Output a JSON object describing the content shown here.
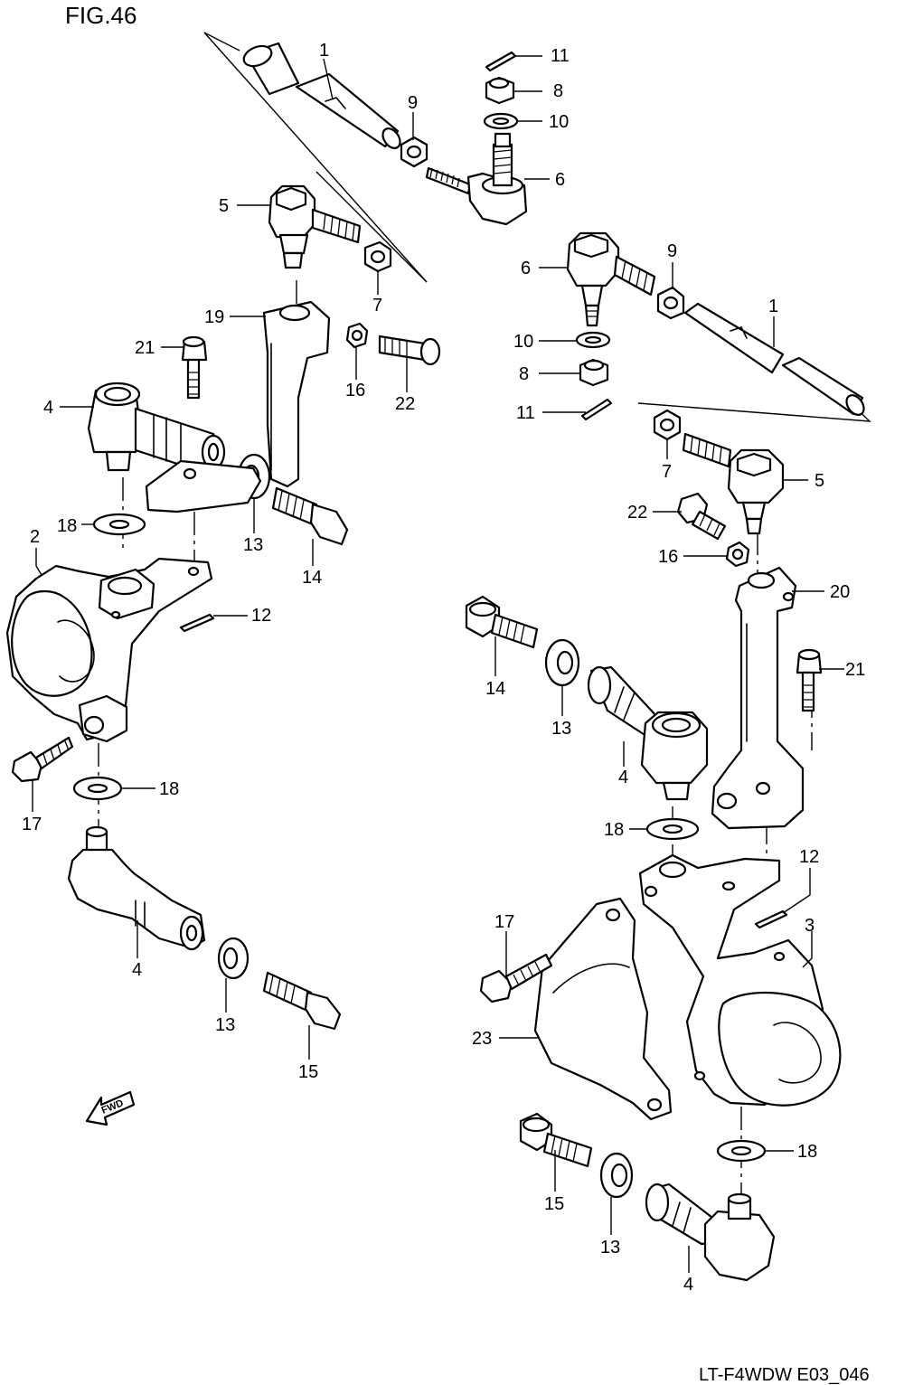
{
  "figure_title": "FIG.46",
  "drawing_code": "LT-F4WDW E03_046",
  "fwd_label": "FWD",
  "callouts": [
    "1",
    "9",
    "11",
    "8",
    "10",
    "6",
    "5",
    "7",
    "19",
    "21",
    "4",
    "16",
    "22",
    "18",
    "2",
    "13",
    "14",
    "12",
    "17",
    "15",
    "1",
    "9",
    "6",
    "10",
    "8",
    "11",
    "7",
    "5",
    "22",
    "16",
    "20",
    "14",
    "13",
    "21",
    "4",
    "18",
    "12",
    "17",
    "3",
    "23",
    "18",
    "15",
    "13",
    "4"
  ],
  "parts": [
    {
      "no": "1",
      "part": "tie-rod"
    },
    {
      "no": "2",
      "part": "knuckle-left"
    },
    {
      "no": "3",
      "part": "knuckle-right"
    },
    {
      "no": "4",
      "part": "ball-joint"
    },
    {
      "no": "5",
      "part": "tie-rod-end-outer"
    },
    {
      "no": "6",
      "part": "tie-rod-end-inner"
    },
    {
      "no": "7",
      "part": "lock-nut"
    },
    {
      "no": "8",
      "part": "castle-nut"
    },
    {
      "no": "9",
      "part": "lock-nut"
    },
    {
      "no": "10",
      "part": "washer"
    },
    {
      "no": "11",
      "part": "cotter-pin"
    },
    {
      "no": "12",
      "part": "cotter-pin"
    },
    {
      "no": "13",
      "part": "washer"
    },
    {
      "no": "14",
      "part": "bolt"
    },
    {
      "no": "15",
      "part": "bolt"
    },
    {
      "no": "16",
      "part": "nut"
    },
    {
      "no": "17",
      "part": "bolt"
    },
    {
      "no": "18",
      "part": "washer"
    },
    {
      "no": "19",
      "part": "knuckle-arm-left"
    },
    {
      "no": "20",
      "part": "knuckle-arm-right"
    },
    {
      "no": "21",
      "part": "bolt"
    },
    {
      "no": "22",
      "part": "bolt"
    },
    {
      "no": "23",
      "part": "boot"
    }
  ]
}
